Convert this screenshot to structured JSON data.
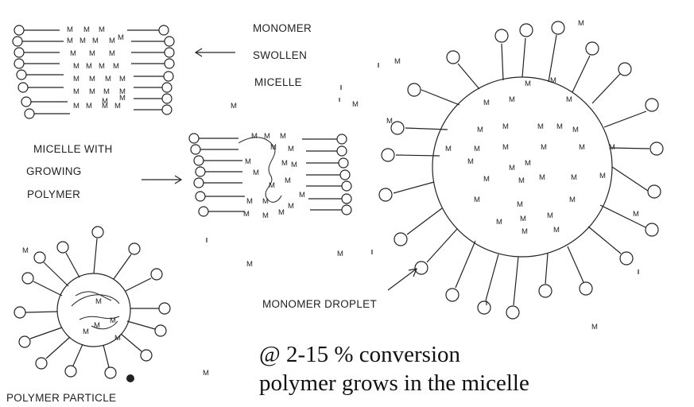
{
  "labels": {
    "monomer_swollen_micelle": [
      "MONOMER",
      "SWOLLEN",
      "MICELLE"
    ],
    "micelle_with_growing_polymer": [
      "MICELLE WITH",
      "GROWING",
      "POLYMER"
    ],
    "monomer_droplet": "MONOMER DROPLET",
    "polymer_particle": "POLYMER PARTICLE"
  },
  "caption": {
    "line1": "@ 2-15 % conversion",
    "line2": "polymer grows in the micelle"
  },
  "symbols": {
    "monomer": "M",
    "initiator": "I"
  },
  "colors": {
    "ink": "#222222",
    "background": "#ffffff"
  }
}
